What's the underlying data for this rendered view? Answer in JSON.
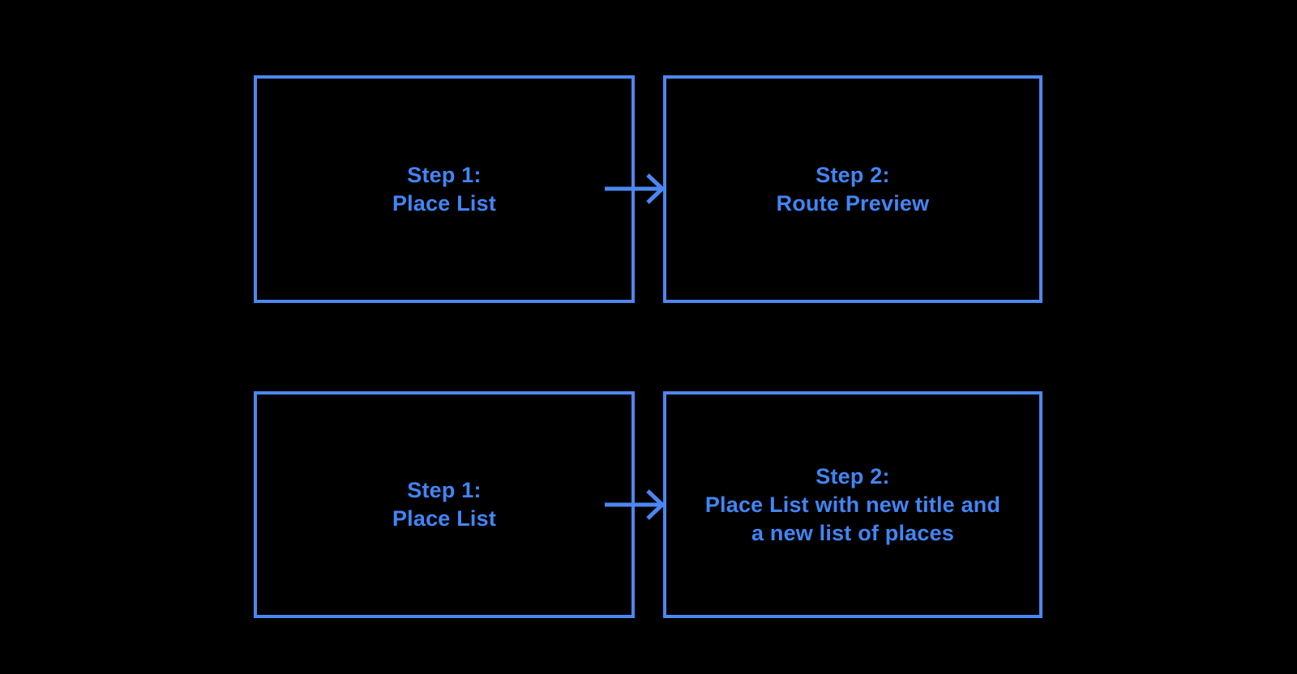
{
  "colors": {
    "background": "#000000",
    "box_border": "#4c87f0",
    "text": "#4285f4",
    "arrow": "#4c87f0"
  },
  "flows": [
    {
      "from": {
        "line1": "Step 1:",
        "line2": "Place List"
      },
      "to": {
        "line1": "Step 2:",
        "line2": "Route Preview"
      }
    },
    {
      "from": {
        "line1": "Step 1:",
        "line2": "Place List"
      },
      "to": {
        "line1": "Step 2:",
        "line2": "Place List with new title and",
        "line3": "a new list of places"
      }
    }
  ]
}
